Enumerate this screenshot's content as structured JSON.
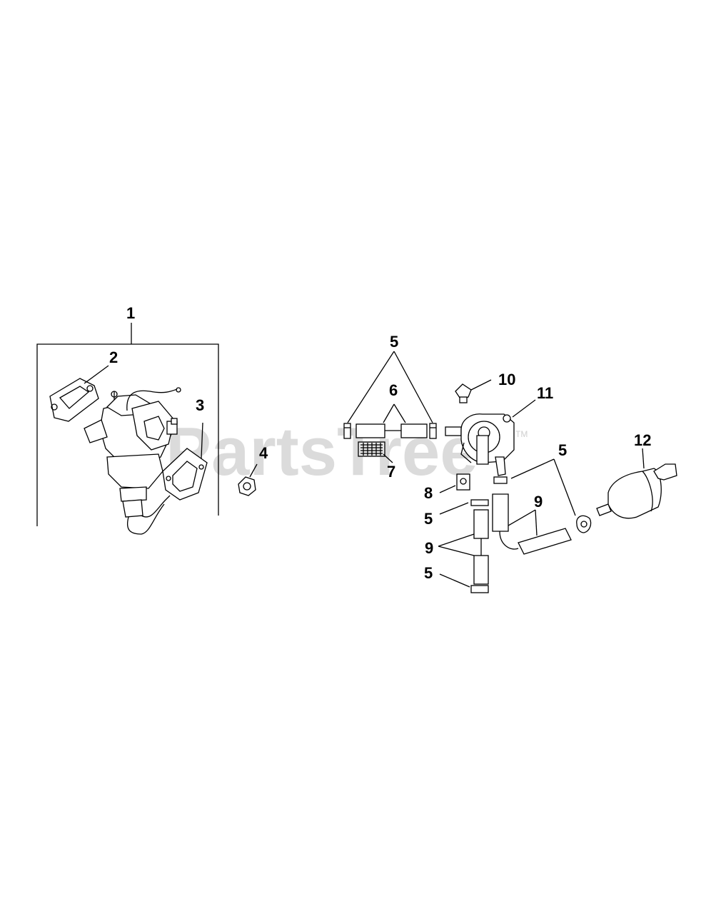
{
  "watermark": {
    "text": "PartsTree",
    "mark": "TM"
  },
  "callouts": {
    "c1": "1",
    "c2": "2",
    "c3": "3",
    "c4": "4",
    "c5a": "5",
    "c5b": "5",
    "c5c": "5",
    "c5d": "5",
    "c6": "6",
    "c7": "7",
    "c8": "8",
    "c9a": "9",
    "c9b": "9",
    "c10": "10",
    "c11": "11",
    "c12": "12"
  }
}
